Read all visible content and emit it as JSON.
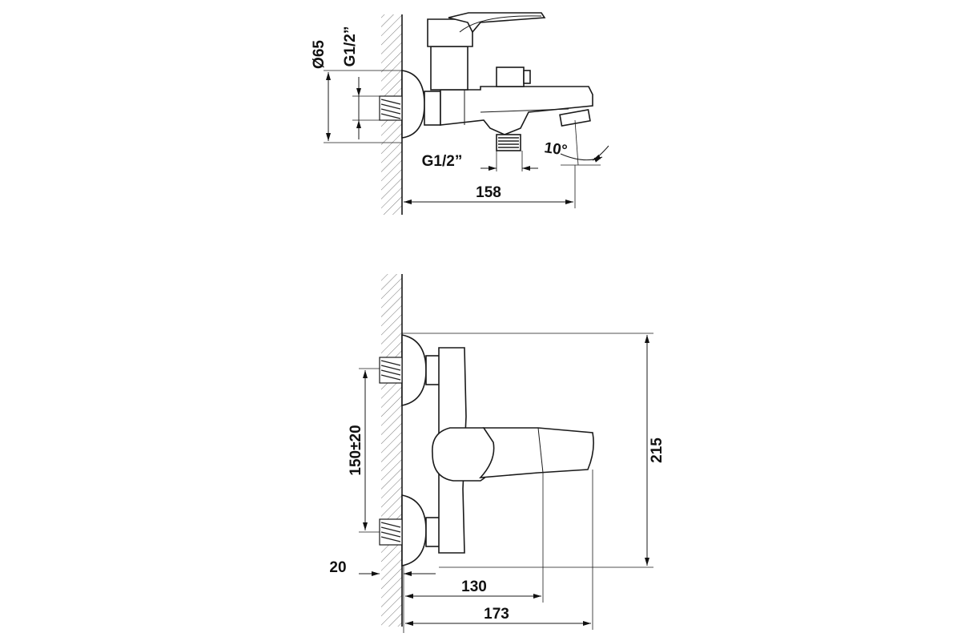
{
  "top_view": {
    "dia_label": "Ø65",
    "thread_label_vertical": "G1/2”",
    "thread_label_outlet": "G1/2”",
    "angle_label": "10°",
    "length_label": "158"
  },
  "front_view": {
    "height_label": "215",
    "spacing_label": "150±20",
    "wall_offset_label": "20",
    "handle_reach_label": "130",
    "total_reach_label": "173"
  }
}
